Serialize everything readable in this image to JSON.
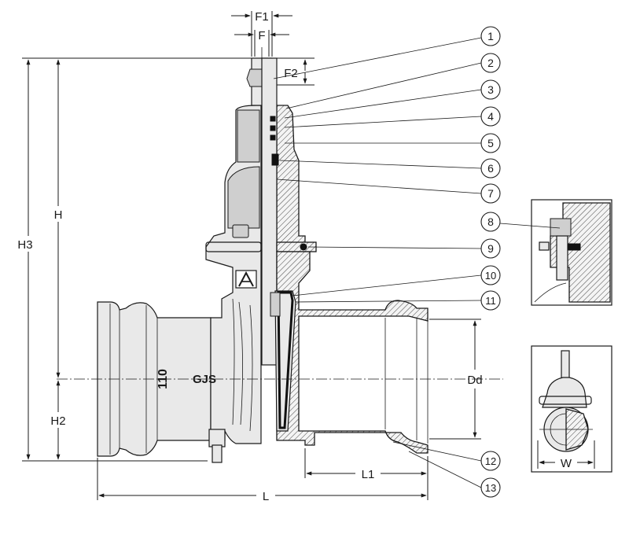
{
  "dimensions": {
    "f1": "F1",
    "f": "F",
    "f2": "F2",
    "h": "H",
    "h2": "H2",
    "h3": "H3",
    "dd": "Dd",
    "l": "L",
    "l1": "L1",
    "w": "W"
  },
  "body_markings": {
    "size": "110",
    "material": "GJS"
  },
  "callouts": [
    "1",
    "2",
    "3",
    "4",
    "5",
    "6",
    "7",
    "8",
    "9",
    "10",
    "11",
    "12",
    "13"
  ]
}
